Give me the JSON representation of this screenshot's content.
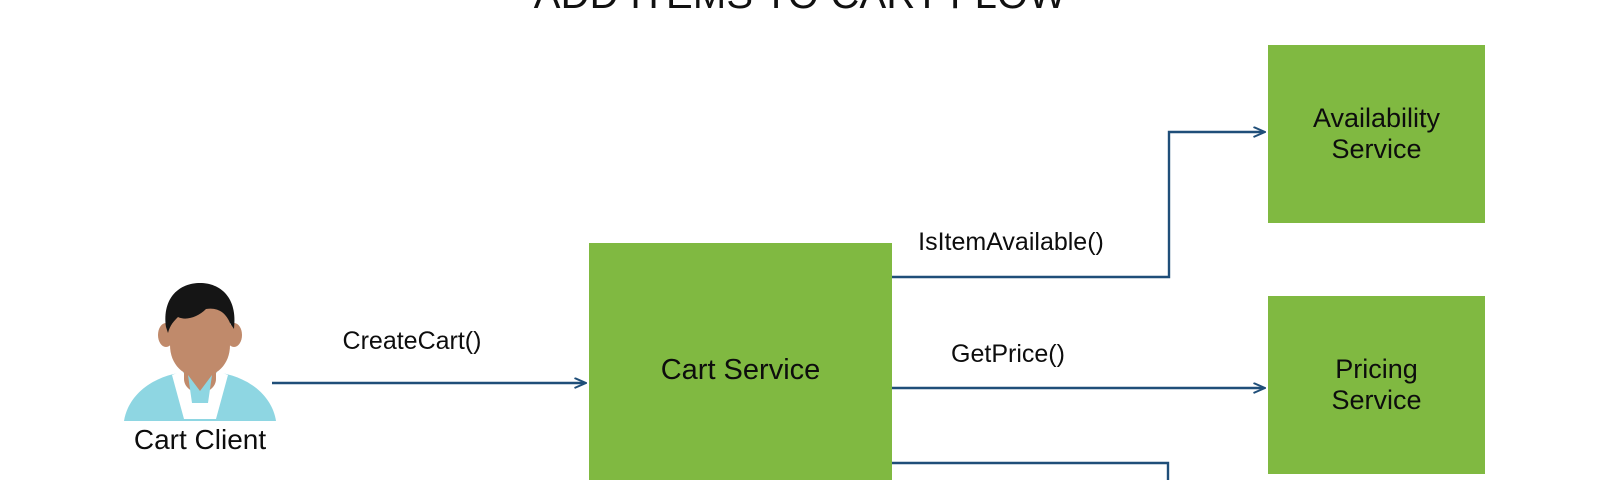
{
  "title": "ADD ITEMS TO CART FLOW",
  "colors": {
    "service_box_green": "#80b941",
    "connector_navy": "#1f4e79",
    "text_black": "#0d0d0d",
    "avatar_hair": "#151515",
    "avatar_skin": "#c08a6b",
    "avatar_shirt": "#8ed6e2",
    "avatar_collar": "#ffffff",
    "background": "#ffffff"
  },
  "actor": {
    "label": "Cart Client",
    "icon": "user-avatar-icon"
  },
  "nodes": [
    {
      "id": "cart-service",
      "label": "Cart Service"
    },
    {
      "id": "availability-service",
      "label_line1": "Availability",
      "label_line2": "Service"
    },
    {
      "id": "pricing-service",
      "label_line1": "Pricing",
      "label_line2": "Service"
    }
  ],
  "edges": [
    {
      "id": "create-cart",
      "label": "CreateCart()",
      "from": "cart-client",
      "to": "cart-service"
    },
    {
      "id": "is-item-available",
      "label": "IsItemAvailable()",
      "from": "cart-service",
      "to": "availability-service"
    },
    {
      "id": "get-price",
      "label": "GetPrice()",
      "from": "cart-service",
      "to": "pricing-service"
    },
    {
      "id": "unlabeled-bottom",
      "label": "",
      "from": "cart-service",
      "to": "offscreen-bottom"
    }
  ]
}
